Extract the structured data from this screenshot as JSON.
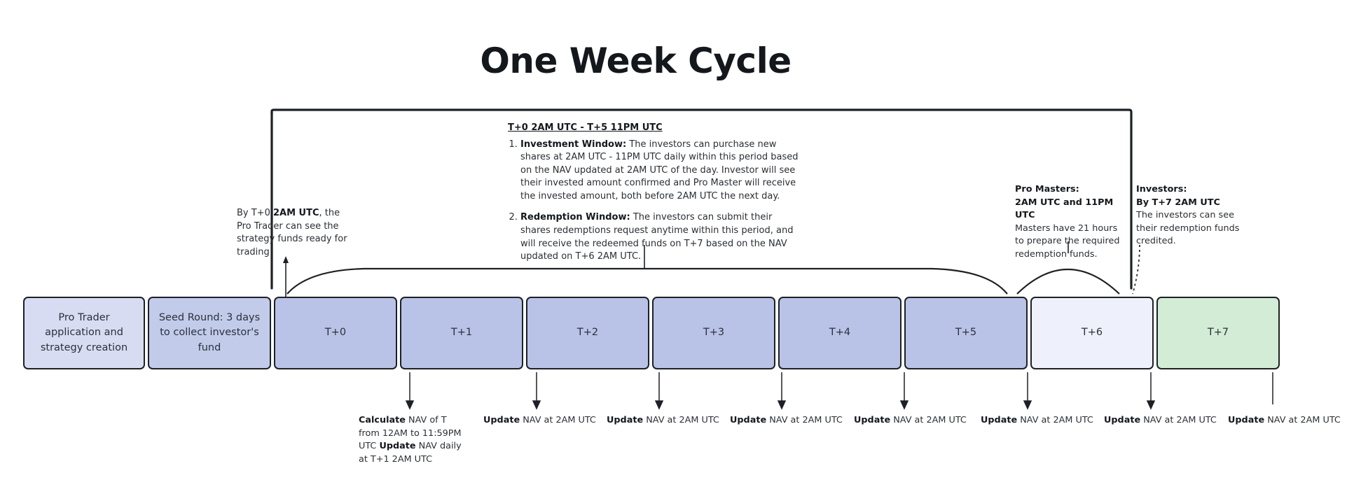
{
  "title": "One Week Cycle",
  "diagram": {
    "type": "timeline",
    "timeline_boxes": [
      {
        "label": "Pro Trader application and strategy creation",
        "color": "#d7dcf2",
        "kind": "phase"
      },
      {
        "label": "Seed Round: 3 days  to collect investor's fund",
        "color": "#c2cbea",
        "kind": "phase"
      },
      {
        "label": "T+0",
        "color": "#b9c3e8",
        "kind": "day"
      },
      {
        "label": "T+1",
        "color": "#b9c3e8",
        "kind": "day"
      },
      {
        "label": "T+2",
        "color": "#b9c3e8",
        "kind": "day"
      },
      {
        "label": "T+3",
        "color": "#b9c3e8",
        "kind": "day"
      },
      {
        "label": "T+4",
        "color": "#b9c3e8",
        "kind": "day"
      },
      {
        "label": "T+5",
        "color": "#b9c3e8",
        "kind": "day"
      },
      {
        "label": "T+6",
        "color": "#eef1fb",
        "kind": "day"
      },
      {
        "label": "T+7",
        "color": "#d3ecd6",
        "kind": "day"
      }
    ]
  },
  "left_note": {
    "line1_pre": "By T+0 ",
    "line1_bold": "2AM UTC",
    "line1_post": ", the Pro Trader can see the strategy funds ready for trading"
  },
  "window_note": {
    "heading": "T+0 2AM UTC - T+5 11PM UTC",
    "items": [
      {
        "label": "Investment Window:",
        "text": " The investors can purchase new shares at 2AM UTC - 11PM UTC daily within this period based on the NAV updated at 2AM UTC of the day. Investor will see their invested amount confirmed and Pro Master will receive the invested amount, both before 2AM UTC the next day."
      },
      {
        "label": "Redemption Window:",
        "text": " The investors can submit their shares redemptions request anytime within this period, and will receive the redeemed funds on T+7 based on the NAV updated on T+6 2AM UTC."
      }
    ]
  },
  "pro_masters_note": {
    "title": "Pro Masters:",
    "subtitle": "2AM UTC and 11PM UTC",
    "body": "Masters have 21 hours to prepare the required redemption funds."
  },
  "investors_note": {
    "title": "Investors:",
    "subtitle": "By T+7 2AM UTC",
    "body": "The investors can see their redemption funds credited."
  },
  "nav_notes": [
    {
      "id": "t0",
      "segments": [
        {
          "bold": "Calculate",
          "text": " NAV of T from 12AM to 11:59PM UTC "
        },
        {
          "bold": "Update",
          "text": " NAV daily at T+1 2AM UTC"
        }
      ]
    },
    {
      "id": "t1",
      "segments": [
        {
          "bold": "Update",
          "text": " NAV at 2AM UTC"
        }
      ]
    },
    {
      "id": "t2",
      "segments": [
        {
          "bold": "Update",
          "text": " NAV at 2AM UTC"
        }
      ]
    },
    {
      "id": "t3",
      "segments": [
        {
          "bold": "Update",
          "text": " NAV at 2AM UTC"
        }
      ]
    },
    {
      "id": "t4",
      "segments": [
        {
          "bold": "Update",
          "text": " NAV at 2AM UTC"
        }
      ]
    },
    {
      "id": "t5",
      "segments": [
        {
          "bold": "Update",
          "text": " NAV at 2AM UTC"
        }
      ]
    },
    {
      "id": "t6",
      "segments": [
        {
          "bold": "Update",
          "text": " NAV at 2AM UTC"
        }
      ]
    },
    {
      "id": "t7",
      "segments": [
        {
          "bold": "Update",
          "text": " NAV at 2AM UTC"
        }
      ]
    }
  ],
  "colors": {
    "stroke": "#1d2125",
    "phase_light": "#d7dcf2",
    "phase_mid": "#c2cbea",
    "day": "#b9c3e8",
    "t6": "#eef1fb",
    "t7": "#d3ecd6"
  }
}
